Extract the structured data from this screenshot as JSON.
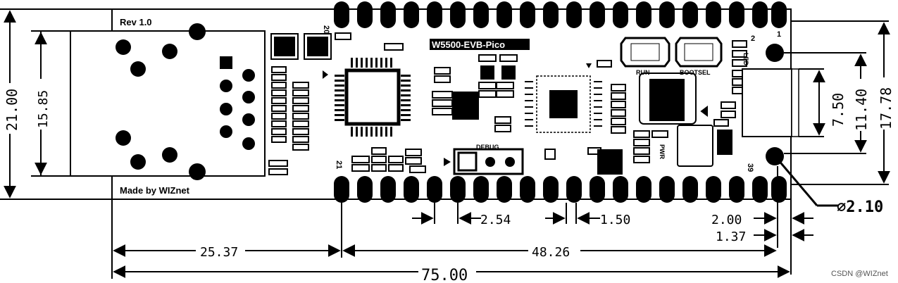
{
  "board": {
    "rev_label": "Rev 1.0",
    "maker_label": "Made by WIZnet",
    "model_label": "W5500-EVB-Pico",
    "run_label": "RUN",
    "bootsel_label": "BOOTSEL",
    "led_label": "LED",
    "pwr_label": "PWR",
    "debug_label": "DEBUG",
    "pin_1": "1",
    "pin_2": "2",
    "pin_20": "20",
    "pin_21": "21",
    "pin_39": "39"
  },
  "dimensions": {
    "height_total": "21.00",
    "rj45_height": "15.85",
    "usb_width": "7.50",
    "hole_spacing_vertical": "11.40",
    "board_width_right": "17.78",
    "hole_diameter": "⌀2.10",
    "pin_pitch": "2.54",
    "pad_width": "1.50",
    "hole_offset_x": "2.00",
    "hole_offset_edge": "1.37",
    "rj45_overhang": "25.37",
    "hole_spacing_horizontal": "48.26",
    "total_length": "75.00"
  },
  "watermark": "CSDN @WIZnet"
}
